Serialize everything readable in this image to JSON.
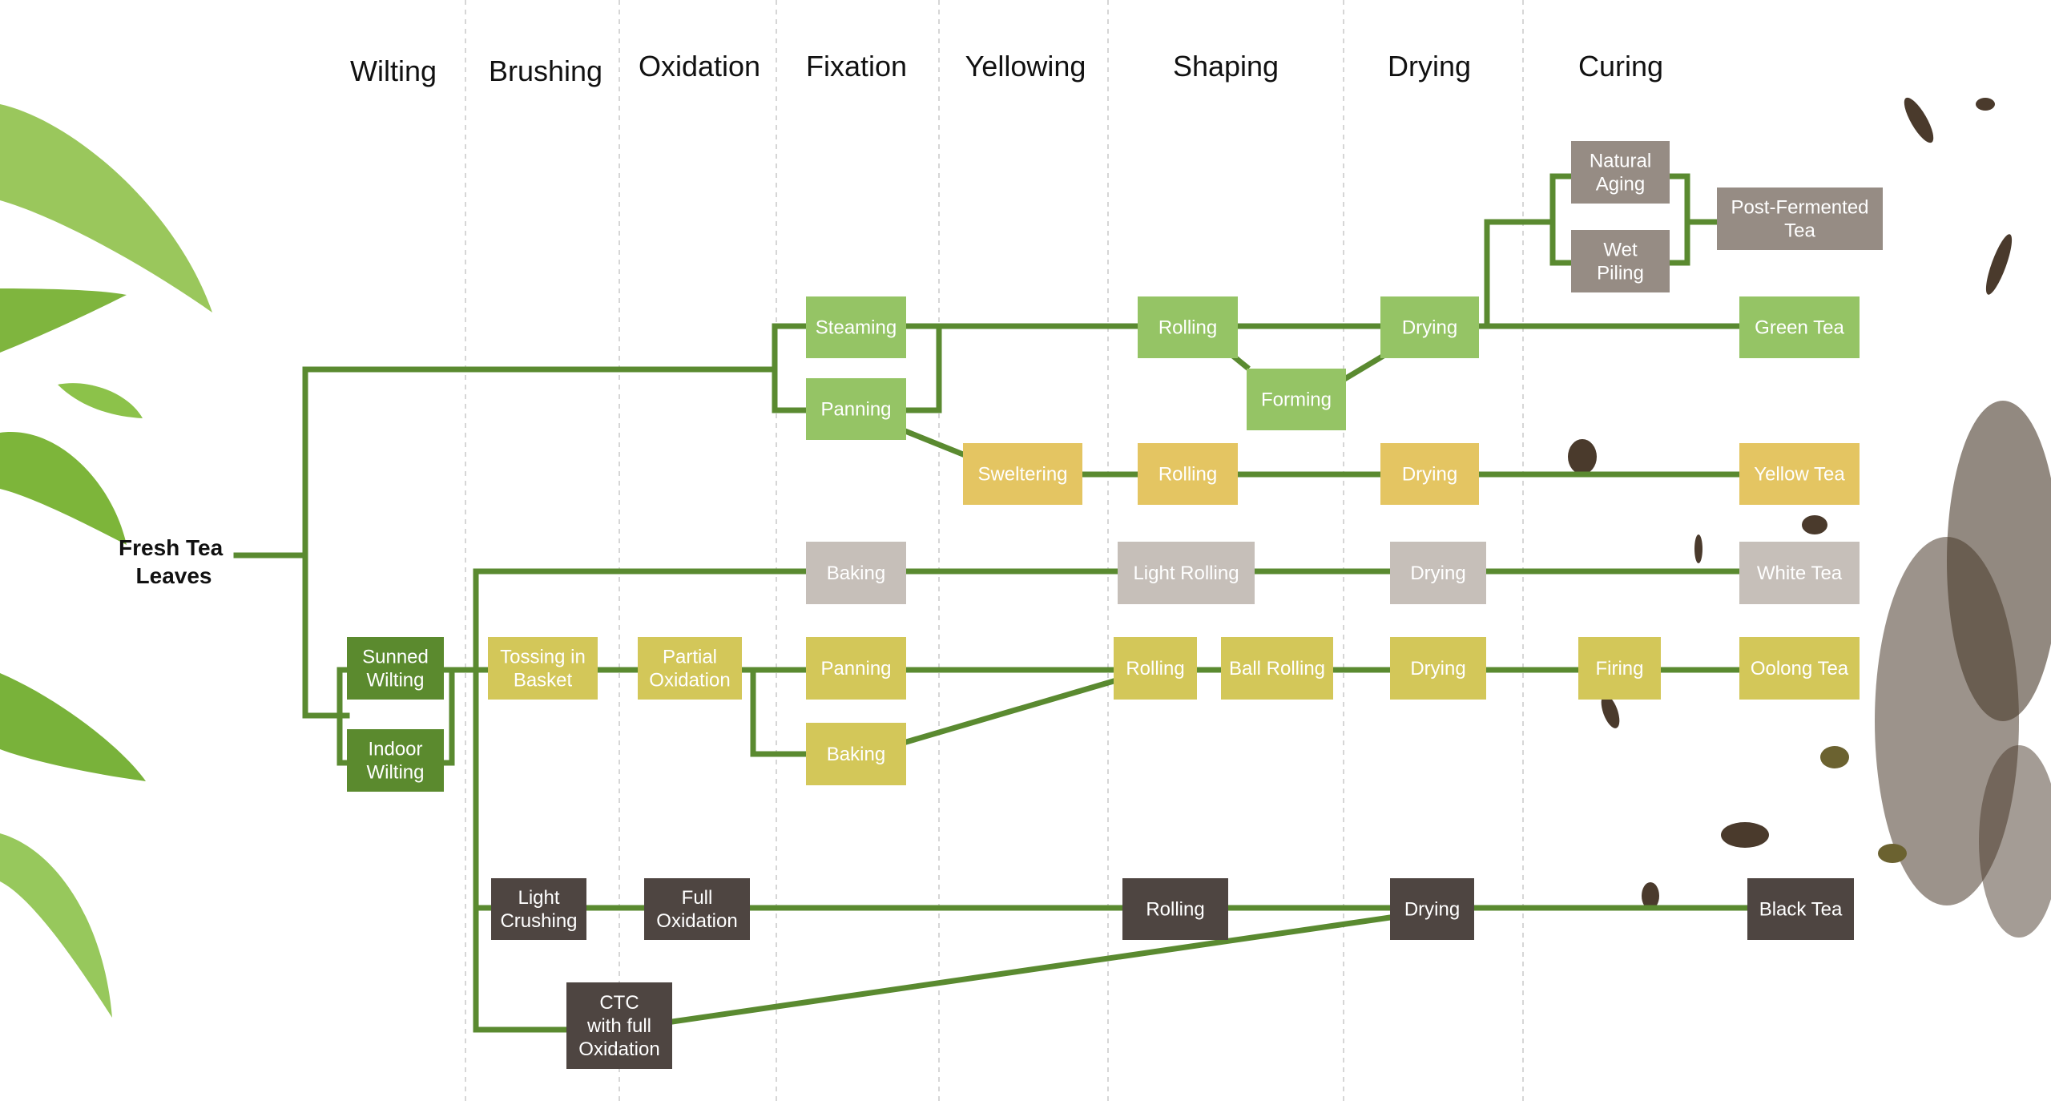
{
  "stages": [
    "Wilting",
    "Brushing",
    "Oxidation",
    "Fixation",
    "Yellowing",
    "Shaping",
    "Drying",
    "Curing"
  ],
  "origin": [
    "Fresh Tea",
    "Leaves"
  ],
  "colors": {
    "line": "#5a8a30",
    "wilting_dark_green": "#5b8a2e",
    "green_tea": "#95c465",
    "yellow_tea": "#e4c562",
    "white_tea": "#c6bfb9",
    "oolong_tea": "#d3c759",
    "black_tea": "#4e4541",
    "post_fermented": "#968c84",
    "leaf_green": "#8fc14a",
    "tea_leaf_brown": "#4a3a2c"
  },
  "boxes": {
    "sunned_wilting": [
      "Sunned",
      "Wilting"
    ],
    "indoor_wilting": [
      "Indoor",
      "Wilting"
    ],
    "steaming": [
      "Steaming"
    ],
    "panning_green": [
      "Panning"
    ],
    "rolling_green": [
      "Rolling"
    ],
    "forming": [
      "Forming"
    ],
    "drying_green": [
      "Drying"
    ],
    "natural_aging": [
      "Natural",
      "Aging"
    ],
    "wet_piling": [
      "Wet",
      "Piling"
    ],
    "post_fermented_tea": [
      "Post-Fermented",
      "Tea"
    ],
    "green_tea": [
      "Green Tea"
    ],
    "sweltering": [
      "Sweltering"
    ],
    "rolling_yellow": [
      "Rolling"
    ],
    "drying_yellow": [
      "Drying"
    ],
    "yellow_tea": [
      "Yellow Tea"
    ],
    "baking_white": [
      "Baking"
    ],
    "light_rolling": [
      "Light Rolling"
    ],
    "drying_white": [
      "Drying"
    ],
    "white_tea": [
      "White Tea"
    ],
    "tossing_in_basket": [
      "Tossing in",
      "Basket"
    ],
    "partial_oxidation": [
      "Partial",
      "Oxidation"
    ],
    "panning_oolong": [
      "Panning"
    ],
    "baking_oolong": [
      "Baking"
    ],
    "rolling_oolong": [
      "Rolling"
    ],
    "ball_rolling": [
      "Ball Rolling"
    ],
    "drying_oolong": [
      "Drying"
    ],
    "firing": [
      "Firing"
    ],
    "oolong_tea": [
      "Oolong Tea"
    ],
    "light_crushing": [
      "Light",
      "Crushing"
    ],
    "full_oxidation": [
      "Full",
      "Oxidation"
    ],
    "rolling_black": [
      "Rolling"
    ],
    "drying_black": [
      "Drying"
    ],
    "black_tea": [
      "Black Tea"
    ],
    "ctc_full_oxidation": [
      "CTC",
      "with full",
      "Oxidation"
    ]
  }
}
